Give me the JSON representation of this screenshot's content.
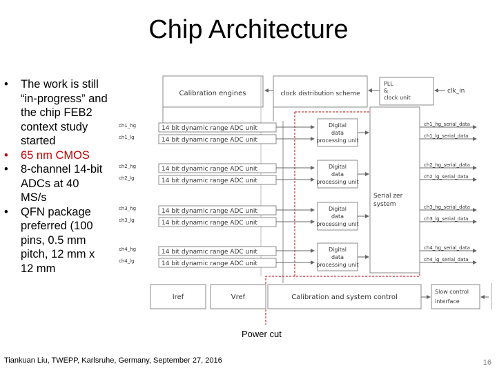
{
  "title": "Chip Architecture",
  "bullets": [
    "The work is still “in-progress” and the chip FEB2 context study  started",
    "65 nm CMOS",
    "8-channel 14-bit ADCs at 40 MS/s",
    "QFN package preferred (100 pins, 0.5 mm pitch, 12 mm x 12 mm"
  ],
  "diagram": {
    "calibration_engines": "Calibration engines",
    "clock_distribution": "clock distribution scheme",
    "pll": "PLL\n&\nclock unit",
    "clk_in": "clk_in",
    "adc_unit": "14 bit dynamic range ADC unit",
    "dpu": [
      "Digital",
      "data",
      "processing unit"
    ],
    "serializer": [
      "Serial zer",
      "system"
    ],
    "inputs": [
      "ch1_hg",
      "ch1_lg",
      "ch2_hg",
      "ch2_lg",
      "ch3_hg",
      "ch3_lg",
      "ch4_hg",
      "ch4_lg"
    ],
    "outputs": [
      "ch1_hg_serial_data",
      "ch1_lg_serial_data",
      "ch2_hg_serial_data",
      "ch2_lg_serial_data",
      "ch3_hg_serial_data",
      "ch3_lg_serial_data",
      "ch4_hg_serial_data",
      "ch4_lg_serial_data"
    ],
    "iref": "Iref",
    "vref": "Vref",
    "cal_sys_control": "Calibration and system control",
    "slow_control": [
      "Slow control",
      "interface"
    ],
    "power_cut": "Power cut"
  },
  "footer": "Tiankuan Liu, TWEPP, Karlsruhe,  Germany, September 27, 2016",
  "page_number": "16",
  "colors": {
    "accent_red": "#c00000",
    "dashed_red": "#c00000"
  }
}
